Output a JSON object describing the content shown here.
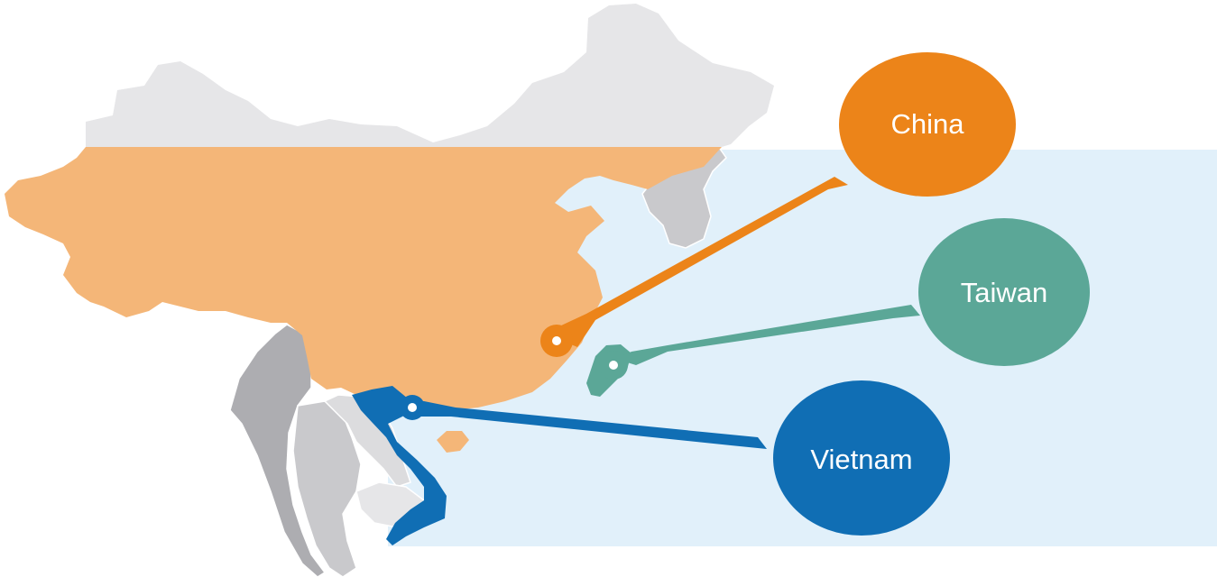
{
  "map": {
    "colors": {
      "sea": "#e1f0fa",
      "neighbor_light": "#e6e6e8",
      "neighbor_mid": "#c9c9cc",
      "neighbor_dark": "#adadb1",
      "land_border": "#ffffff"
    },
    "callouts": [
      {
        "id": "china",
        "label": "China",
        "color": "#ec8419",
        "region_color": "#f4b678"
      },
      {
        "id": "taiwan",
        "label": "Taiwan",
        "color": "#5ba797",
        "region_color": "#5ba797"
      },
      {
        "id": "vietnam",
        "label": "Vietnam",
        "color": "#106eb4",
        "region_color": "#106eb4"
      }
    ]
  }
}
